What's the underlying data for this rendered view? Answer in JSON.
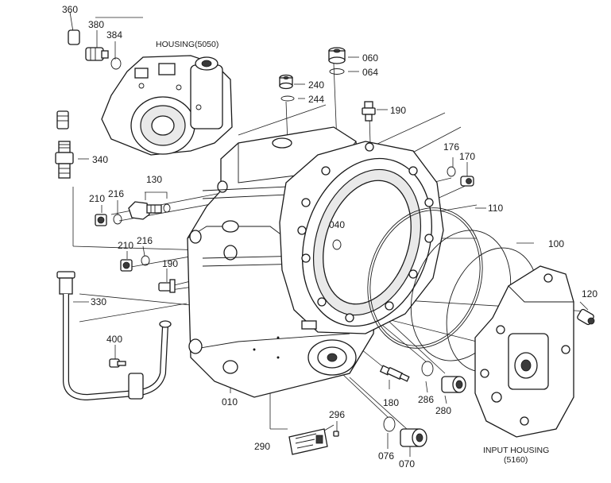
{
  "diagram": {
    "captions": {
      "housing_5050": "HOUSING(5050)",
      "input_housing_line1": "INPUT HOUSING",
      "input_housing_line2": "(5160)"
    },
    "callouts": [
      {
        "id": "360",
        "text": "360"
      },
      {
        "id": "380",
        "text": "380"
      },
      {
        "id": "384",
        "text": "384"
      },
      {
        "id": "340",
        "text": "340"
      },
      {
        "id": "130",
        "text": "130"
      },
      {
        "id": "210a",
        "text": "210"
      },
      {
        "id": "216a",
        "text": "216"
      },
      {
        "id": "210b",
        "text": "210"
      },
      {
        "id": "216b",
        "text": "216"
      },
      {
        "id": "190a",
        "text": "190"
      },
      {
        "id": "330",
        "text": "330"
      },
      {
        "id": "400",
        "text": "400"
      },
      {
        "id": "010",
        "text": "010"
      },
      {
        "id": "290",
        "text": "290"
      },
      {
        "id": "296",
        "text": "296"
      },
      {
        "id": "060",
        "text": "060"
      },
      {
        "id": "064",
        "text": "064"
      },
      {
        "id": "240",
        "text": "240"
      },
      {
        "id": "244",
        "text": "244"
      },
      {
        "id": "190b",
        "text": "190"
      },
      {
        "id": "176",
        "text": "176"
      },
      {
        "id": "170",
        "text": "170"
      },
      {
        "id": "040",
        "text": "040"
      },
      {
        "id": "110",
        "text": "110"
      },
      {
        "id": "100",
        "text": "100"
      },
      {
        "id": "120",
        "text": "120"
      },
      {
        "id": "180",
        "text": "180"
      },
      {
        "id": "286",
        "text": "286"
      },
      {
        "id": "280",
        "text": "280"
      },
      {
        "id": "076",
        "text": "076"
      },
      {
        "id": "070",
        "text": "070"
      }
    ]
  }
}
